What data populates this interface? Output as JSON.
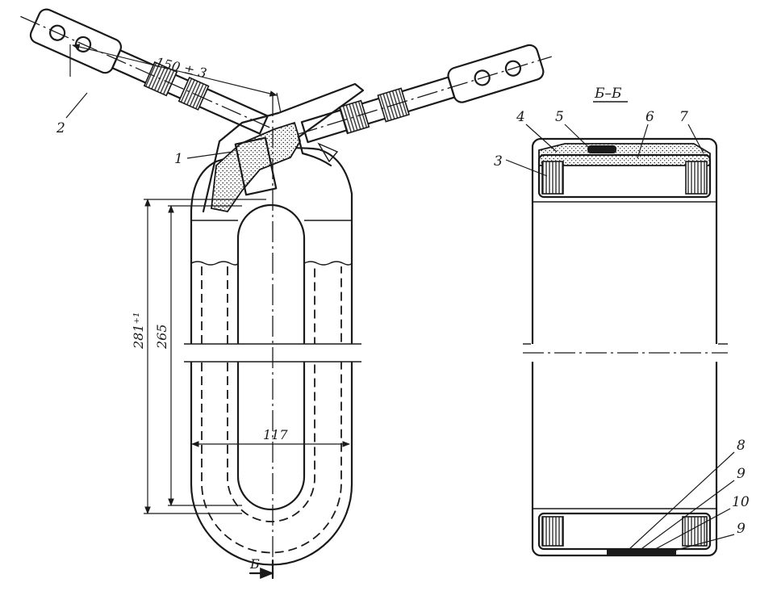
{
  "dimensions": {
    "tap_spacing": "150 ± 3",
    "height_outer": "281⁺¹",
    "height_inner": "265",
    "width": "117"
  },
  "section": {
    "title": "Б–Б",
    "marker": "Б"
  },
  "callouts": {
    "c1": "1",
    "c2": "2",
    "c3": "3",
    "c4": "4",
    "c5": "5",
    "c6": "6",
    "c7": "7",
    "c8": "8",
    "c9a": "9",
    "c10": "10",
    "c9b": "9"
  }
}
